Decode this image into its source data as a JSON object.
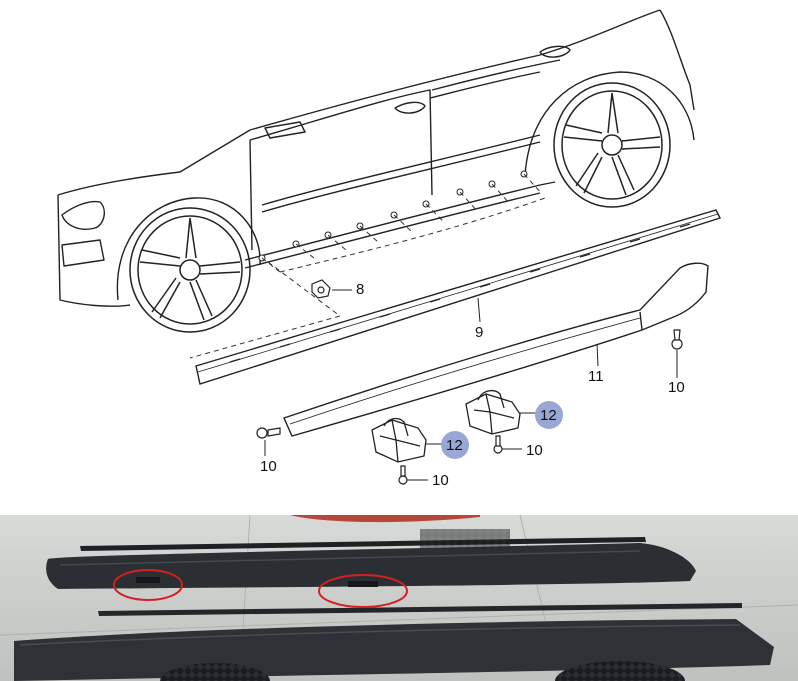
{
  "diagram": {
    "callouts": {
      "c8": "8",
      "c9": "9",
      "c11": "11",
      "c10_right": "10",
      "c10_left": "10",
      "c10_mid": "10",
      "c10_low": "10",
      "c12_upper": "12",
      "c12_lower": "12"
    },
    "highlight_color": "#9aa6d6"
  },
  "photo": {
    "circle_color": "#d42020",
    "panel_color": "#2b2f33",
    "ground_color": "#c9cbc9"
  }
}
